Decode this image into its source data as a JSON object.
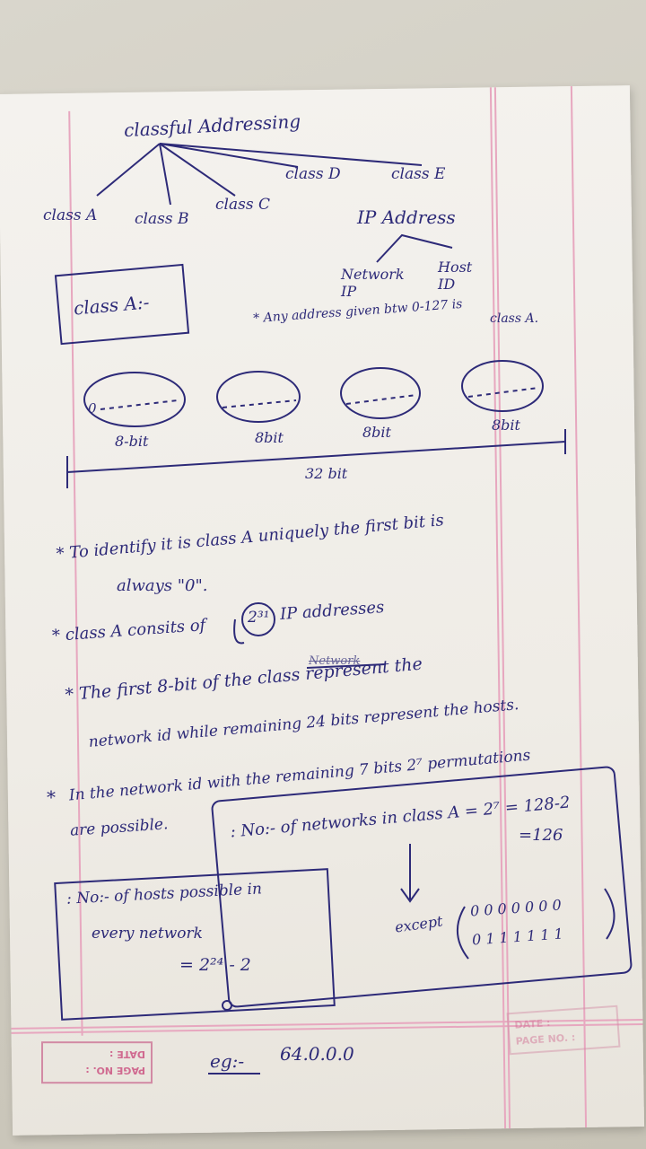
{
  "notes": {
    "title": "classful Addressing",
    "classes": [
      "class A",
      "class B",
      "class C",
      "class D",
      "class E"
    ],
    "ip_address": {
      "label": "IP Address",
      "network": "Network IP",
      "host": "Host ID"
    },
    "class_a_box": "class A:-",
    "range_note_line1": "* Any address given btw 0-127 is",
    "range_note_line2": "class A.",
    "octet_labels": [
      "8-bit",
      "8bit",
      "8bit",
      "8bit"
    ],
    "first_bit": "0",
    "total_bits": "32 bit",
    "point1_line1": "* To identify it is class A uniquely the first bit is",
    "point1_line2": "always \"0\".",
    "point2_pre": "* class A consits of",
    "point2_circle": "2³¹",
    "point2_post": "IP addresses",
    "point3_line1": "* The first 8-bit of the class represent the",
    "point3_strike": "Network",
    "point3_line2": "network id while remaining 24 bits represent the hosts.",
    "point4_line1": "In the network id with the remaining 7 bits 2⁷ permutations",
    "point4_star": "*",
    "point4_line2": "are possible.",
    "networks_line1": ": No:- of networks in class A = 2⁷ = 128-2",
    "networks_line2": "=126",
    "except_label": "except",
    "except_row1": "0 0 0 0 0 0 0",
    "except_row2": "0 1 1 1 1 1 1",
    "hosts_line1": ": No:- of hosts possible in",
    "hosts_line2": "every network",
    "hosts_line3": "= 2²⁴ - 2",
    "eg_label": "eg:-",
    "eg_value": "64.0.0.0"
  },
  "stamps": {
    "left_top": "PAGE NO. :",
    "left_bottom": "DATE :",
    "right_top": "DATE :",
    "right_bottom": "PAGE NO. :"
  },
  "colors": {
    "ink": "#2d2a78",
    "margin": "#e7a7bf",
    "paper": "#f4f2ee"
  }
}
